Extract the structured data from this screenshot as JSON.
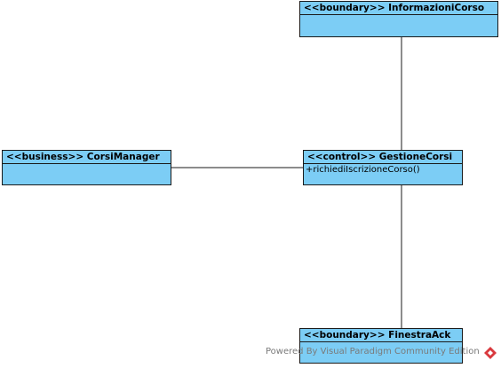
{
  "classes": {
    "informazioni_corso": {
      "title": "<<boundary>> InformazioniCorso"
    },
    "corsi_manager": {
      "title": "<<business>> CorsiManager"
    },
    "gestione_corsi": {
      "title": "<<control>> GestioneCorsi",
      "operations": [
        "+richiediIscrizioneCorso()"
      ]
    },
    "finestra_ack": {
      "title": "<<boundary>> FinestraAck"
    }
  },
  "watermark": "Powered By Visual Paradigm Community Edition",
  "colors": {
    "class_fill": "#7ccdf5",
    "line": "#1a1a1a",
    "logo_red": "#d9393e"
  }
}
